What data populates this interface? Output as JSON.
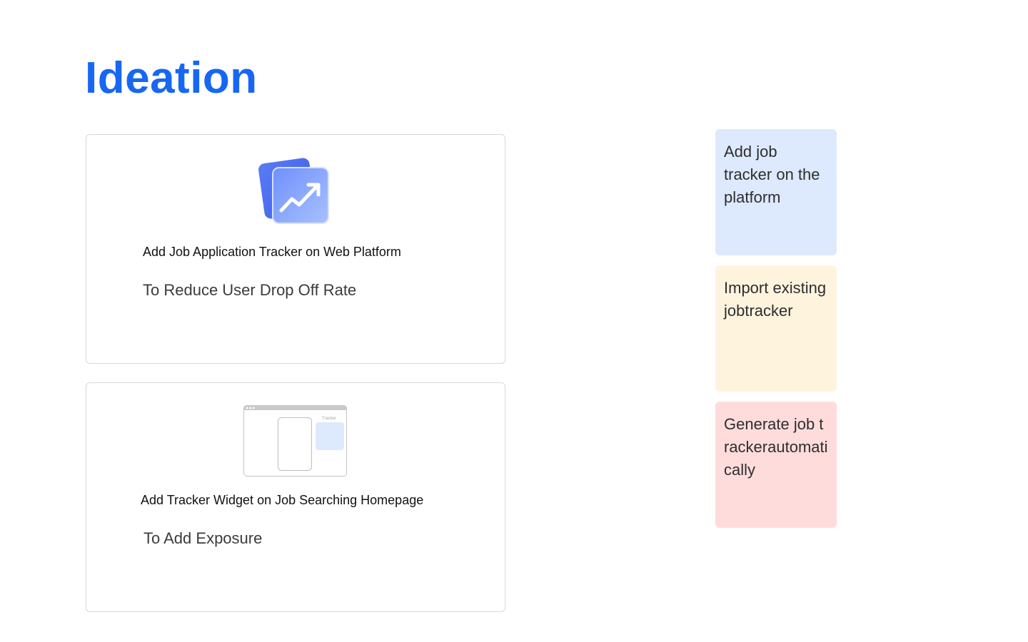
{
  "page": {
    "title": "Ideation"
  },
  "cards": [
    {
      "illustration": "trend-chart-icon",
      "title": "Add Job Application Tracker on Web Platform",
      "goal": "To Reduce User Drop Off Rate"
    },
    {
      "illustration": "browser-widget-wireframe",
      "widget_label": "Tracker",
      "title": "Add Tracker Widget on Job Searching Homepage",
      "goal": "To Add Exposure"
    }
  ],
  "sticky_notes": [
    {
      "text": "Add job tracker on the platform",
      "color": "#dde9fd"
    },
    {
      "text": "Import existing jobtracker",
      "color": "#fef4de"
    },
    {
      "text": "Generate job trackerautomatically",
      "color": "#ffdcdc"
    }
  ],
  "colors": {
    "accent": "#1767f2"
  }
}
